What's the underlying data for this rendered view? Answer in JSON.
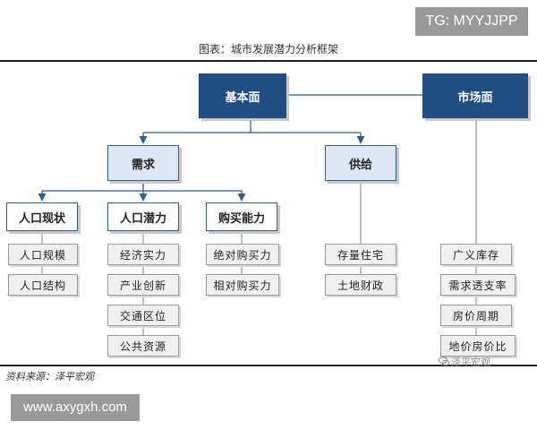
{
  "watermark_top": "TG: MYYJJPP",
  "title": "图表：城市发展潜力分析框架",
  "nodes": {
    "jiben": "基本面",
    "shichang": "市场面",
    "xuqiu": "需求",
    "gongji": "供给",
    "rkxz": "人口现状",
    "rkql": "人口潜力",
    "gmnl": "购买能力",
    "rkgm": "人口规模",
    "rkjg": "人口结构",
    "jjsl": "经济实力",
    "cycx": "产业创新",
    "jtqw": "交通区位",
    "ggzy": "公共资源",
    "jdgml": "绝对购买力",
    "xdgml": "相对购买力",
    "clzz": "存量住宅",
    "tdcz": "土地财政",
    "gykc": "广义库存",
    "xqtzl": "需求透支率",
    "fjzq": "房价周期",
    "djfjb": "地价房价比"
  },
  "source": "资料来源：泽平宏观",
  "watermark_bottom": "泽平宏观",
  "url": "www.axygxh.com",
  "colors": {
    "navy": "#1f4e82",
    "light_blue": "#dce8f5",
    "line": "#2e5c8e"
  }
}
